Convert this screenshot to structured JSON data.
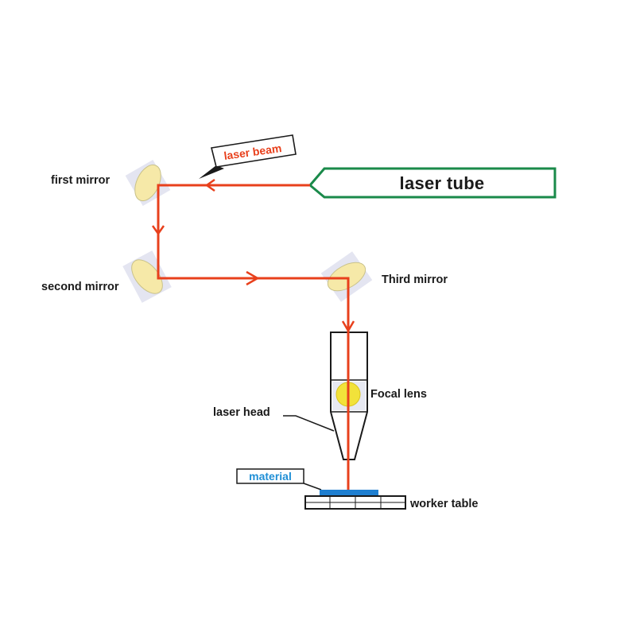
{
  "labels": {
    "laser_tube": "laser tube",
    "laser_beam": "laser beam",
    "first_mirror": "first mirror",
    "second_mirror": "second mirror",
    "third_mirror": "Third mirror",
    "focal_lens": "Focal lens",
    "laser_head": "laser head",
    "material": "material",
    "worker_table": "worker table"
  },
  "colors": {
    "beam": "#e8401c",
    "tube_outline": "#1a8a4a",
    "material": "#1f7fd0",
    "lens": "#f2e23a",
    "mirror": "#f6e9a8",
    "mirror_frame": "#d9dcec",
    "outline": "#1a1a1a"
  }
}
